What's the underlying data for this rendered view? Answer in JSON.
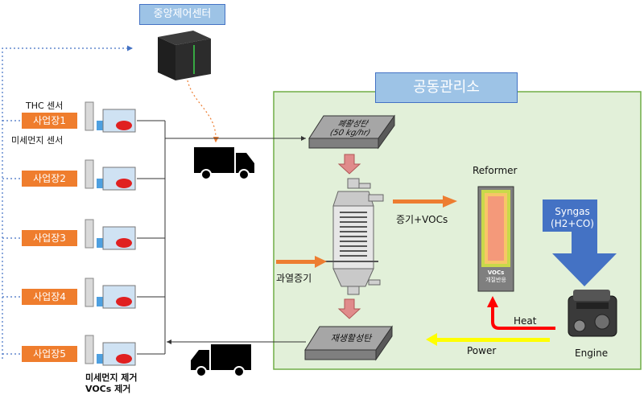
{
  "control_center": {
    "label": "중앙제어센터"
  },
  "joint_facility": {
    "label": "공동관리소"
  },
  "sensors": {
    "thc": "THC 센서",
    "dust": "미세먼지 센서"
  },
  "sites": [
    "사업장1",
    "사업장2",
    "사업장3",
    "사업장4",
    "사업장5"
  ],
  "removal": {
    "line1": "미세먼지 제거",
    "line2": "VOCs 제거"
  },
  "waste_carbon": {
    "line1": "폐활성탄",
    "line2": "(50 kg/hr)"
  },
  "regen_carbon": {
    "label": "재생활성탄"
  },
  "flows": {
    "steam_vocs": "증기+VOCs",
    "superheated_steam": "과열증기",
    "heat": "Heat",
    "power": "Power"
  },
  "reformer": {
    "label": "Reformer",
    "inner_line1": "VOCs",
    "inner_line2": "개질반응"
  },
  "syngas": {
    "line1": "Syngas",
    "line2": "(H2+CO)"
  },
  "engine": {
    "label": "Engine"
  },
  "colors": {
    "site_orange": "#ef7d2d",
    "facility_green": "#e2f0d9",
    "facility_border": "#70ad47",
    "label_blue": "#9dc3e6",
    "arrow_orange": "#ed7d31",
    "syngas_blue": "#4472c4",
    "heat_red": "#ff0000",
    "power_yellow": "#ffff00"
  }
}
